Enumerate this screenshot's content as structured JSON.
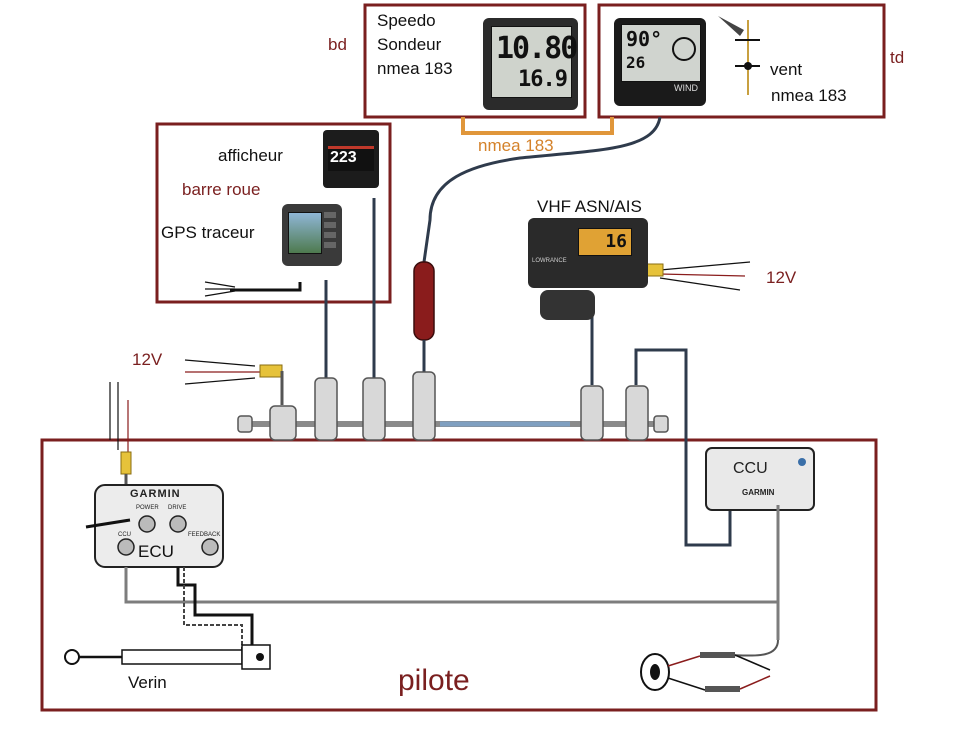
{
  "labels": {
    "bd": "bd",
    "td": "td",
    "speedo": "Speedo",
    "sondeur": "Sondeur",
    "nmea_left": "nmea 183",
    "vent": "vent",
    "nmea_right": "nmea 183",
    "nmea_link": "nmea 183",
    "afficheur": "afficheur",
    "barre_roue": "barre roue",
    "gps_traceur": "GPS traceur",
    "vhf": "VHF ASN/AIS",
    "v12_left": "12V",
    "v12_right": "12V",
    "ccu": "CCU",
    "ecu": "ECU",
    "verin": "Verin",
    "pilote": "pilote"
  },
  "device_text": {
    "speedo_top": "10.80",
    "speedo_bottom": "16.9",
    "wind_angle": "90°",
    "wind_speed": "26",
    "wind_mode": "WIND",
    "heading": "223",
    "vhf_channel": "16",
    "garmin_ecu": "GARMIN",
    "garmin_ccu": "GARMIN",
    "ecu_power": "POWER",
    "ecu_drive": "DRIVE",
    "ecu_feedback": "FEEDBACK",
    "ecu_ccu_port": "CCU",
    "vhf_brand": "LOWRANCE"
  },
  "colors": {
    "frame": "#7a1f1f",
    "nmea_orange": "#e0963a",
    "cable_dark": "#2f3b4c",
    "cable_gray": "#7d7d7d",
    "backbone_blue": "#7f9fc0",
    "red_text": "#7a1f1f"
  }
}
